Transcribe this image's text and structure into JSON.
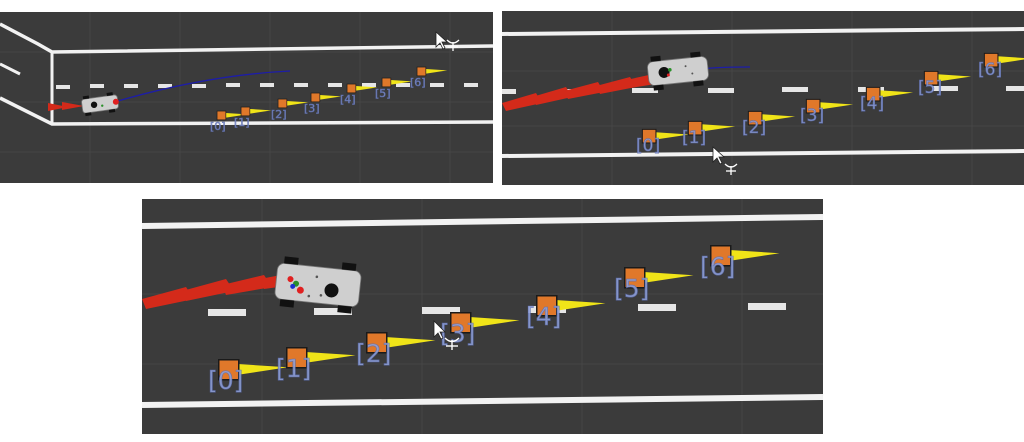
{
  "colors": {
    "ground": "#3b3b3b",
    "grid": "#474747",
    "lane_line": "#f2f2f2",
    "dash": "#e6e6e6",
    "path_line": "#1d1da8",
    "history_arrow": "#d42a1a",
    "waypoint_cone": "#f0e418",
    "waypoint_box": "#e0782a",
    "waypoint_label": "#8f9fd8",
    "vehicle_body": "#cfcfcf"
  },
  "waypoints": [
    {
      "label": "[0]"
    },
    {
      "label": "[1]"
    },
    {
      "label": "[2]"
    },
    {
      "label": "[3]"
    },
    {
      "label": "[4]"
    },
    {
      "label": "[5]"
    },
    {
      "label": "[6]"
    }
  ],
  "cursor": {
    "icon": "arrow-cursor-icon"
  },
  "move_gizmo": {
    "icon": "move-axes-icon"
  },
  "vehicle": {
    "icon": "rc-car-icon"
  }
}
